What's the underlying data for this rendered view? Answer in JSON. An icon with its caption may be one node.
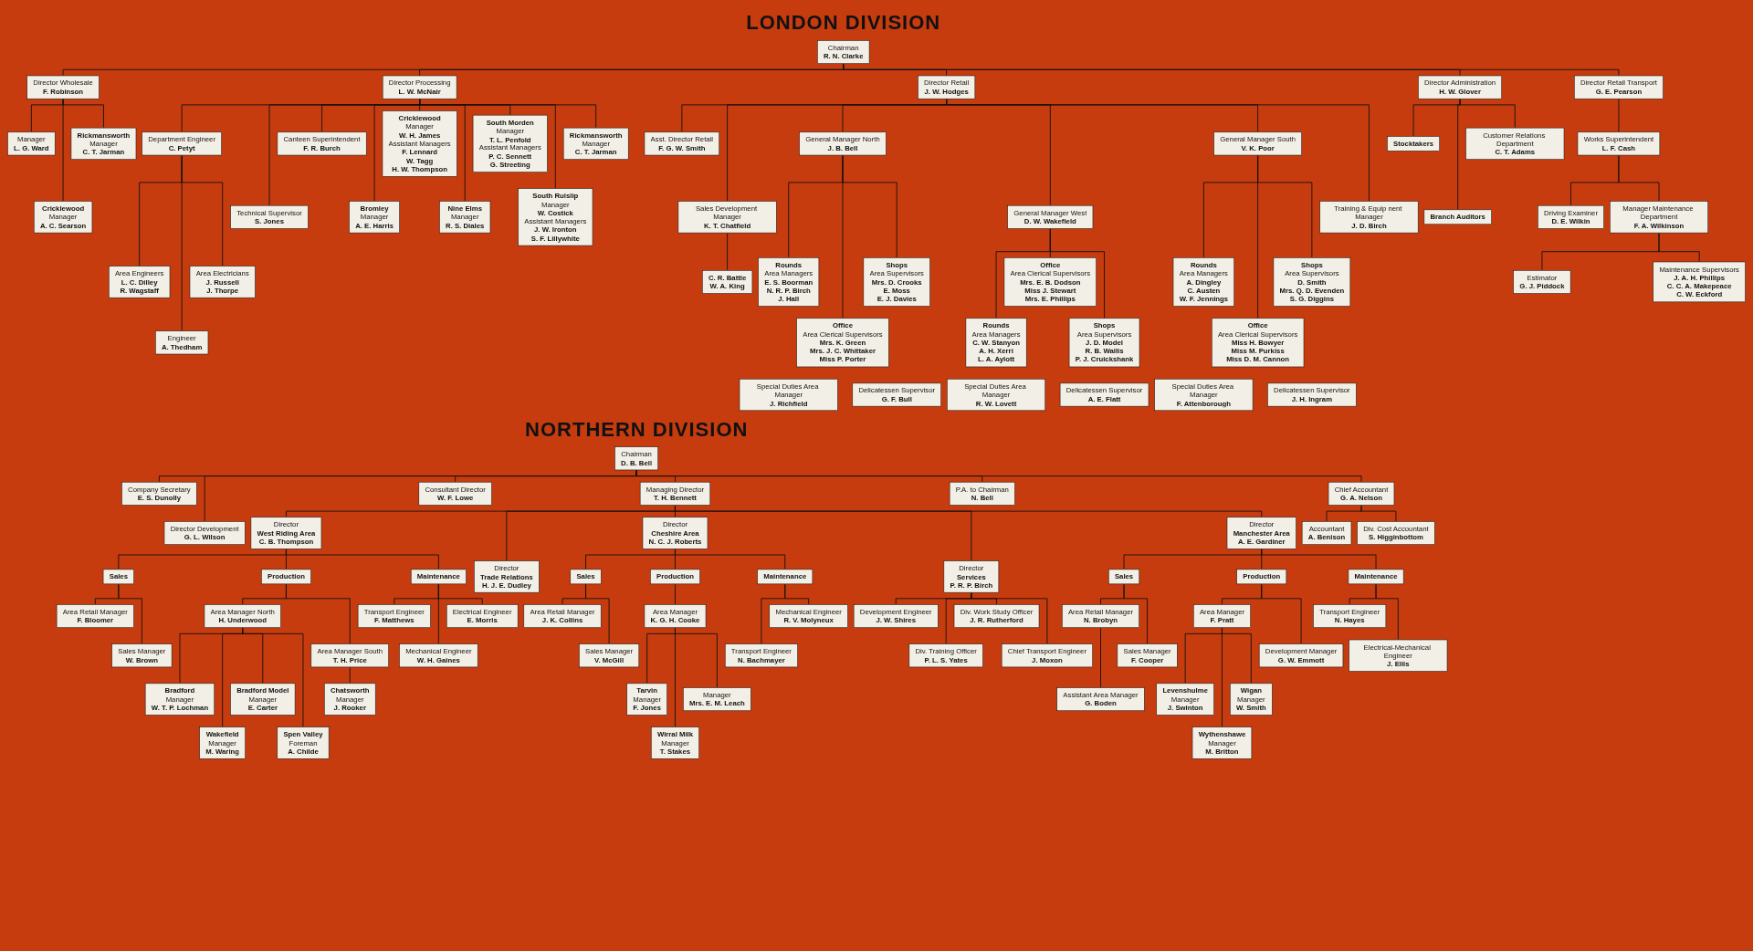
{
  "diagram": {
    "nodes": [
      {
        "text": [
          "Chairman",
          "R. N. Clarke"
        ]
      },
      {
        "text": [
          "Director Wholesale",
          "F. Robinson"
        ]
      },
      {
        "text": [
          "Director Processing",
          "L. W. McNair"
        ]
      },
      {
        "text": [
          "Director Retail",
          "J. W. Hodges"
        ]
      },
      {
        "text": [
          "Director Administration",
          "H. W. Glover"
        ]
      },
      {
        "text": [
          "Director Retail Transport",
          "G. E. Pearson"
        ]
      },
      {
        "text": [
          "Department Engineer",
          "C. Petyt"
        ]
      },
      {
        "text": [
          "Technical Supervisor",
          "S. Jones"
        ]
      },
      {
        "text": [
          "Canteen Superintendent",
          "F. R. Burch"
        ]
      },
      {
        "text": [
          "Works Superintendent",
          "L. F. Cash"
        ]
      },
      {
        "text": [
          "Manager",
          "L. G. Ward"
        ]
      },
      {
        "text": [
          "Cricklewood",
          "Manager",
          "A. C. Searson"
        ]
      },
      {
        "text": [
          "Rickmansworth",
          "Manager",
          "C. T. Jarman"
        ]
      },
      {
        "text": [
          "Bromley",
          "Manager",
          "A. E. Harris"
        ]
      },
      {
        "text": [
          "Cricklewood",
          "Manager",
          "W. H. James",
          "Assistant Managers",
          "F. Lennard",
          "W. Tagg",
          "H. W. Thompson"
        ]
      },
      {
        "text": [
          "Nine Elms",
          "Manager",
          "R. S. Diales"
        ]
      },
      {
        "text": [
          "South Morden",
          "Manager",
          "T. L. Penfold",
          "Assistant Managers",
          "P. C. Sennett",
          "G. Streeting"
        ]
      },
      {
        "text": [
          "South Ruislip",
          "Manager",
          "W. Costick",
          "Assistant Managers",
          "J. W. Ironton",
          "S. F. Lillywhite"
        ]
      },
      {
        "text": [
          "Rickmansworth",
          "Manager",
          "C. T. Jarman"
        ]
      },
      {
        "text": [
          "Asst. Director Retail",
          "F. G. W. Smith"
        ]
      },
      {
        "text": [
          "Stocktakers"
        ]
      },
      {
        "text": [
          "Branch Auditors"
        ]
      },
      {
        "text": [
          "Customer Relations Department",
          "C. T. Adams"
        ]
      },
      {
        "text": [
          "Driving Examiner",
          "D. E. Wilkin"
        ]
      },
      {
        "text": [
          "Manager Maintenance Department",
          "F. A. Wilkinson"
        ]
      },
      {
        "text": [
          "Estimator",
          "G. J. Piddock"
        ]
      },
      {
        "text": [
          "Maintenance Supervisors",
          "J. A. H. Phillips",
          "C. C. A. Makepeace",
          "C. W. Eckford"
        ]
      },
      {
        "text": [
          "Area Engineers",
          "L. C. Dilley",
          "R. Wagstaff"
        ]
      },
      {
        "text": [
          "Engineer",
          "A. Thedham"
        ]
      },
      {
        "text": [
          "Area Electricians",
          "J. Russell",
          "J. Thorpe"
        ]
      },
      {
        "text": [
          "Sales Development Manager",
          "K. T. Chatfield"
        ]
      },
      {
        "text": [
          "General Manager North",
          "J. B. Bell"
        ]
      },
      {
        "text": [
          "General Manager West",
          "D. W. Wakefield"
        ]
      },
      {
        "text": [
          "General Manager South",
          "V. K. Poor"
        ]
      },
      {
        "text": [
          "Training & Equip nent Manager",
          "J. D. Birch"
        ]
      },
      {
        "text": [
          "C. R. Battle",
          "W. A. King"
        ]
      },
      {
        "text": [
          "Rounds",
          "Area Managers",
          "E. S. Boorman",
          "N. R. P. Birch",
          "J. Hall"
        ]
      },
      {
        "text": [
          "Office",
          "Area Clerical Supervisors",
          "Mrs. K. Green",
          "Mrs. J. C. Whittaker",
          "Miss P. Porter"
        ]
      },
      {
        "text": [
          "Shops",
          "Area Supervisors",
          "Mrs. D. Crooks",
          "E. Moss",
          "E. J. Davies"
        ]
      },
      {
        "text": [
          "Rounds",
          "Area Managers",
          "C. W. Stanyon",
          "A. H. Xerri",
          "L. A. Aylott"
        ]
      },
      {
        "text": [
          "Office",
          "Area Clerical Supervisors",
          "Mrs. E. B. Dodson",
          "Miss J. Stewart",
          "Mrs. E. Phillips"
        ]
      },
      {
        "text": [
          "Shops",
          "Area Supervisors",
          "J. D. Model",
          "R. B. Wallis",
          "P. J. Cruickshank"
        ]
      },
      {
        "text": [
          "Rounds",
          "Area Managers",
          "A. Dingley",
          "C. Austen",
          "W. F. Jennings"
        ]
      },
      {
        "text": [
          "Office",
          "Area Clerical Supervisors",
          "Miss H. Bowyer",
          "Miss M. Purkiss",
          "Miss D. M. Cannon"
        ]
      },
      {
        "text": [
          "Shops",
          "Area Supervisors",
          "D. Smith",
          "Mrs. Q. D. Evenden",
          "S. G. Diggins"
        ]
      },
      {
        "text": [
          "Special Duties Area Manager",
          "J. Richfield"
        ]
      },
      {
        "text": [
          "Delicatessen Supervisor",
          "G. F. Bull"
        ]
      },
      {
        "text": [
          "Special Duties Area Manager",
          "R. W. Lovett"
        ]
      },
      {
        "text": [
          "Delicatessen Supervisor",
          "A. E. Flatt"
        ]
      },
      {
        "text": [
          "Special Duties Area Manager",
          "F. Attenborough"
        ]
      },
      {
        "text": [
          "Delicatessen Supervisor",
          "J. H. Ingram"
        ]
      },
      {
        "text": [
          "Chairman",
          "D. B. Bell"
        ]
      },
      {
        "text": [
          "Company Secretary",
          "E. S. Dunolly"
        ]
      },
      {
        "text": [
          "Consultant Director",
          "W. F. Lowe"
        ]
      },
      {
        "text": [
          "Managing Director",
          "T. H. Bennett"
        ]
      },
      {
        "text": [
          "P.A. to Chairman",
          "N. Bell"
        ]
      },
      {
        "text": [
          "Chief Accountant",
          "G. A. Nelson"
        ]
      },
      {
        "text": [
          "Director Development",
          "G. L. Wilson"
        ]
      },
      {
        "text": [
          "Accountant",
          "A. Benison"
        ]
      },
      {
        "text": [
          "Div. Cost Accountant",
          "S. Higginbottom"
        ]
      },
      {
        "text": [
          "Director",
          "West Riding Area",
          "C. B. Thompson"
        ]
      },
      {
        "text": [
          "Director",
          "Trade Relations",
          "H. J. E. Dudley"
        ]
      },
      {
        "text": [
          "Director",
          "Cheshire Area",
          "N. C. J. Roberts"
        ]
      },
      {
        "text": [
          "Director",
          "Services",
          "P. R. P. Birch"
        ]
      },
      {
        "text": [
          "Director",
          "Manchester Area",
          "A. E. Gardiner"
        ]
      },
      {
        "text": [
          "Sales"
        ]
      },
      {
        "text": [
          "Production"
        ]
      },
      {
        "text": [
          "Sales"
        ]
      },
      {
        "text": [
          "Production"
        ]
      },
      {
        "text": [
          "Sales"
        ]
      },
      {
        "text": [
          "Production"
        ]
      },
      {
        "text": [
          "Area Retail Manager",
          "F. Bloomer"
        ]
      },
      {
        "text": [
          "Sales Manager",
          "W. Brown"
        ]
      },
      {
        "text": [
          "Area Manager North",
          "H. Underwood"
        ]
      },
      {
        "text": [
          "Area Manager South",
          "T. H. Price"
        ]
      },
      {
        "text": [
          "Area Retail Manager",
          "J. K. Collins"
        ]
      },
      {
        "text": [
          "Sales Manager",
          "V. McGill"
        ]
      },
      {
        "text": [
          "Area Manager",
          "K. G. H. Cooke"
        ]
      },
      {
        "text": [
          "Area Retail Manager",
          "N. Brobyn"
        ]
      },
      {
        "text": [
          "Sales Manager",
          "F. Cooper"
        ]
      },
      {
        "text": [
          "Area Manager",
          "F. Pratt"
        ]
      },
      {
        "text": [
          "Development Manager",
          "G. W. Emmott"
        ]
      },
      {
        "text": [
          "Bradford",
          "Manager",
          "W. T. P. Lochman"
        ]
      },
      {
        "text": [
          "Wakefield",
          "Manager",
          "M. Waring"
        ]
      },
      {
        "text": [
          "Bradford Model",
          "Manager",
          "E. Carter"
        ]
      },
      {
        "text": [
          "Spen Valley",
          "Foreman",
          "A. Childe"
        ]
      },
      {
        "text": [
          "Chatsworth",
          "Manager",
          "J. Rooker"
        ]
      },
      {
        "text": [
          "Tarvin",
          "Manager",
          "F. Jones"
        ]
      },
      {
        "text": [
          "Wirral Milk",
          "Manager",
          "T. Stakes"
        ]
      },
      {
        "text": [
          "Manager",
          "Mrs. E. M. Leach"
        ]
      },
      {
        "text": [
          "Assistant Area Manager",
          "G. Boden"
        ]
      },
      {
        "text": [
          "Levenshulme",
          "Manager",
          "J. Swinton"
        ]
      },
      {
        "text": [
          "Wythenshawe",
          "Manager",
          "M. Britton"
        ]
      },
      {
        "text": [
          "Wigan",
          "Manager",
          "W. Smith"
        ]
      },
      {
        "text": [
          "Maintenance"
        ]
      },
      {
        "text": [
          "Maintenance"
        ]
      },
      {
        "text": [
          "Maintenance"
        ]
      },
      {
        "text": [
          "Transport Engineer",
          "F. Matthews"
        ]
      },
      {
        "text": [
          "Mechanical Engineer",
          "W. H. Gaines"
        ]
      },
      {
        "text": [
          "Electrical Engineer",
          "E. Morris"
        ]
      },
      {
        "text": [
          "Transport Engineer",
          "N. Bachmayer"
        ]
      },
      {
        "text": [
          "Mechanical Engineer",
          "R. V. Molyneux"
        ]
      },
      {
        "text": [
          "Transport Engineer",
          "N. Hayes"
        ]
      },
      {
        "text": [
          "Electrical-Mechanical Engineer",
          "J. Ellis"
        ]
      },
      {
        "text": [
          "Development Engineer",
          "J. W. Shires"
        ]
      },
      {
        "text": [
          "Div. Training Officer",
          "P. L. S. Yates"
        ]
      },
      {
        "text": [
          "Div. Work Study Officer",
          "J. R. Rutherford"
        ]
      },
      {
        "text": [
          "Chief Transport Engineer",
          "J. Moxon"
        ]
      }
    ],
    "edges": [
      {
        "from": 0,
        "to": 1,
        "arrow": "none"
      },
      {
        "from": 0,
        "to": 2,
        "arrow": "none"
      },
      {
        "from": 0,
        "to": 3,
        "arrow": "none"
      },
      {
        "from": 0,
        "to": 4,
        "arrow": "none"
      },
      {
        "from": 0,
        "to": 5,
        "arrow": "none"
      },
      {
        "from": 1,
        "to": 10,
        "arrow": "none"
      },
      {
        "from": 1,
        "to": 11,
        "arrow": "none"
      },
      {
        "from": 1,
        "to": 12,
        "arrow": "none"
      },
      {
        "from": 2,
        "to": 6,
        "arrow": "none"
      },
      {
        "from": 2,
        "to": 7,
        "arrow": "none"
      },
      {
        "from": 2,
        "to": 8,
        "arrow": "none"
      },
      {
        "from": 2,
        "to": 13,
        "arrow": "none"
      },
      {
        "from": 2,
        "to": 14,
        "arrow": "none"
      },
      {
        "from": 2,
        "to": 15,
        "arrow": "none"
      },
      {
        "from": 2,
        "to": 16,
        "arrow": "none"
      },
      {
        "from": 2,
        "to": 17,
        "arrow": "none"
      },
      {
        "from": 2,
        "to": 18,
        "arrow": "none"
      },
      {
        "from": 3,
        "to": 19,
        "arrow": "none"
      },
      {
        "from": 4,
        "to": 20,
        "arrow": "none"
      },
      {
        "from": 4,
        "to": 21,
        "arrow": "none"
      },
      {
        "from": 4,
        "to": 22,
        "arrow": "none"
      },
      {
        "from": 5,
        "to": 9,
        "arrow": "none"
      },
      {
        "from": 9,
        "to": 23,
        "arrow": "none"
      },
      {
        "from": 9,
        "to": 24,
        "arrow": "none"
      },
      {
        "from": 24,
        "to": 25,
        "arrow": "none"
      },
      {
        "from": 24,
        "to": 26,
        "arrow": "none"
      },
      {
        "from": 6,
        "to": 27,
        "arrow": "none"
      },
      {
        "from": 6,
        "to": 28,
        "arrow": "none"
      },
      {
        "from": 6,
        "to": 29,
        "arrow": "none"
      },
      {
        "from": 3,
        "to": 30,
        "arrow": "none"
      },
      {
        "from": 3,
        "to": 31,
        "arrow": "none"
      },
      {
        "from": 3,
        "to": 32,
        "arrow": "none"
      },
      {
        "from": 3,
        "to": 33,
        "arrow": "none"
      },
      {
        "from": 3,
        "to": 34,
        "arrow": "none"
      },
      {
        "from": 30,
        "to": 35,
        "arrow": "none"
      },
      {
        "from": 31,
        "to": 36,
        "arrow": "none"
      },
      {
        "from": 31,
        "to": 37,
        "arrow": "none"
      },
      {
        "from": 31,
        "to": 38,
        "arrow": "none"
      },
      {
        "from": 32,
        "to": 39,
        "arrow": "none"
      },
      {
        "from": 32,
        "to": 40,
        "arrow": "none"
      },
      {
        "from": 32,
        "to": 41,
        "arrow": "none"
      },
      {
        "from": 33,
        "to": 42,
        "arrow": "none"
      },
      {
        "from": 33,
        "to": 43,
        "arrow": "none"
      },
      {
        "from": 33,
        "to": 44,
        "arrow": "none"
      },
      {
        "from": 51,
        "to": 52,
        "arrow": "none"
      },
      {
        "from": 51,
        "to": 57,
        "arrow": "none"
      },
      {
        "from": 51,
        "to": 53,
        "arrow": "none"
      },
      {
        "from": 51,
        "to": 54,
        "arrow": "none"
      },
      {
        "from": 51,
        "to": 55,
        "arrow": "none"
      },
      {
        "from": 51,
        "to": 56,
        "arrow": "none"
      },
      {
        "from": 56,
        "to": 58,
        "arrow": "none"
      },
      {
        "from": 56,
        "to": 59,
        "arrow": "none"
      },
      {
        "from": 54,
        "to": 60,
        "arrow": "none"
      },
      {
        "from": 54,
        "to": 61,
        "arrow": "none"
      },
      {
        "from": 54,
        "to": 62,
        "arrow": "none"
      },
      {
        "from": 54,
        "to": 63,
        "arrow": "none"
      },
      {
        "from": 54,
        "to": 64,
        "arrow": "none"
      },
      {
        "from": 60,
        "to": 65,
        "arrow": "none"
      },
      {
        "from": 60,
        "to": 66,
        "arrow": "none"
      },
      {
        "from": 60,
        "to": 94,
        "arrow": "none"
      },
      {
        "from": 65,
        "to": 71,
        "arrow": "none"
      },
      {
        "from": 65,
        "to": 72,
        "arrow": "none"
      },
      {
        "from": 66,
        "to": 73,
        "arrow": "none"
      },
      {
        "from": 66,
        "to": 74,
        "arrow": "none"
      },
      {
        "from": 73,
        "to": 82,
        "arrow": "none"
      },
      {
        "from": 73,
        "to": 83,
        "arrow": "none"
      },
      {
        "from": 73,
        "to": 84,
        "arrow": "none"
      },
      {
        "from": 73,
        "to": 85,
        "arrow": "none"
      },
      {
        "from": 74,
        "to": 86,
        "arrow": "none"
      },
      {
        "from": 94,
        "to": 97,
        "arrow": "none"
      },
      {
        "from": 94,
        "to": 98,
        "arrow": "none"
      },
      {
        "from": 94,
        "to": 99,
        "arrow": "none"
      },
      {
        "from": 62,
        "to": 67,
        "arrow": "none"
      },
      {
        "from": 62,
        "to": 68,
        "arrow": "none"
      },
      {
        "from": 62,
        "to": 95,
        "arrow": "none"
      },
      {
        "from": 67,
        "to": 75,
        "arrow": "none"
      },
      {
        "from": 67,
        "to": 76,
        "arrow": "none"
      },
      {
        "from": 68,
        "to": 77,
        "arrow": "none"
      },
      {
        "from": 77,
        "to": 87,
        "arrow": "none"
      },
      {
        "from": 77,
        "to": 88,
        "arrow": "none"
      },
      {
        "from": 77,
        "to": 89,
        "arrow": "none"
      },
      {
        "from": 95,
        "to": 100,
        "arrow": "none"
      },
      {
        "from": 95,
        "to": 101,
        "arrow": "none"
      },
      {
        "from": 63,
        "to": 104,
        "arrow": "none"
      },
      {
        "from": 63,
        "to": 105,
        "arrow": "none"
      },
      {
        "from": 63,
        "to": 106,
        "arrow": "none"
      },
      {
        "from": 63,
        "to": 107,
        "arrow": "none"
      },
      {
        "from": 64,
        "to": 69,
        "arrow": "none"
      },
      {
        "from": 64,
        "to": 70,
        "arrow": "none"
      },
      {
        "from": 64,
        "to": 96,
        "arrow": "none"
      },
      {
        "from": 69,
        "to": 78,
        "arrow": "none"
      },
      {
        "from": 69,
        "to": 79,
        "arrow": "none"
      },
      {
        "from": 78,
        "to": 90,
        "arrow": "none"
      },
      {
        "from": 70,
        "to": 80,
        "arrow": "none"
      },
      {
        "from": 70,
        "to": 81,
        "arrow": "none"
      },
      {
        "from": 80,
        "to": 91,
        "arrow": "none"
      },
      {
        "from": 80,
        "to": 92,
        "arrow": "none"
      },
      {
        "from": 80,
        "to": 93,
        "arrow": "none"
      },
      {
        "from": 96,
        "to": 102,
        "arrow": "none"
      },
      {
        "from": 96,
        "to": 103,
        "arrow": "none"
      }
    ],
    "labels": [
      "LONDON DIVISION",
      "NORTHERN DIVISION"
    ]
  }
}
